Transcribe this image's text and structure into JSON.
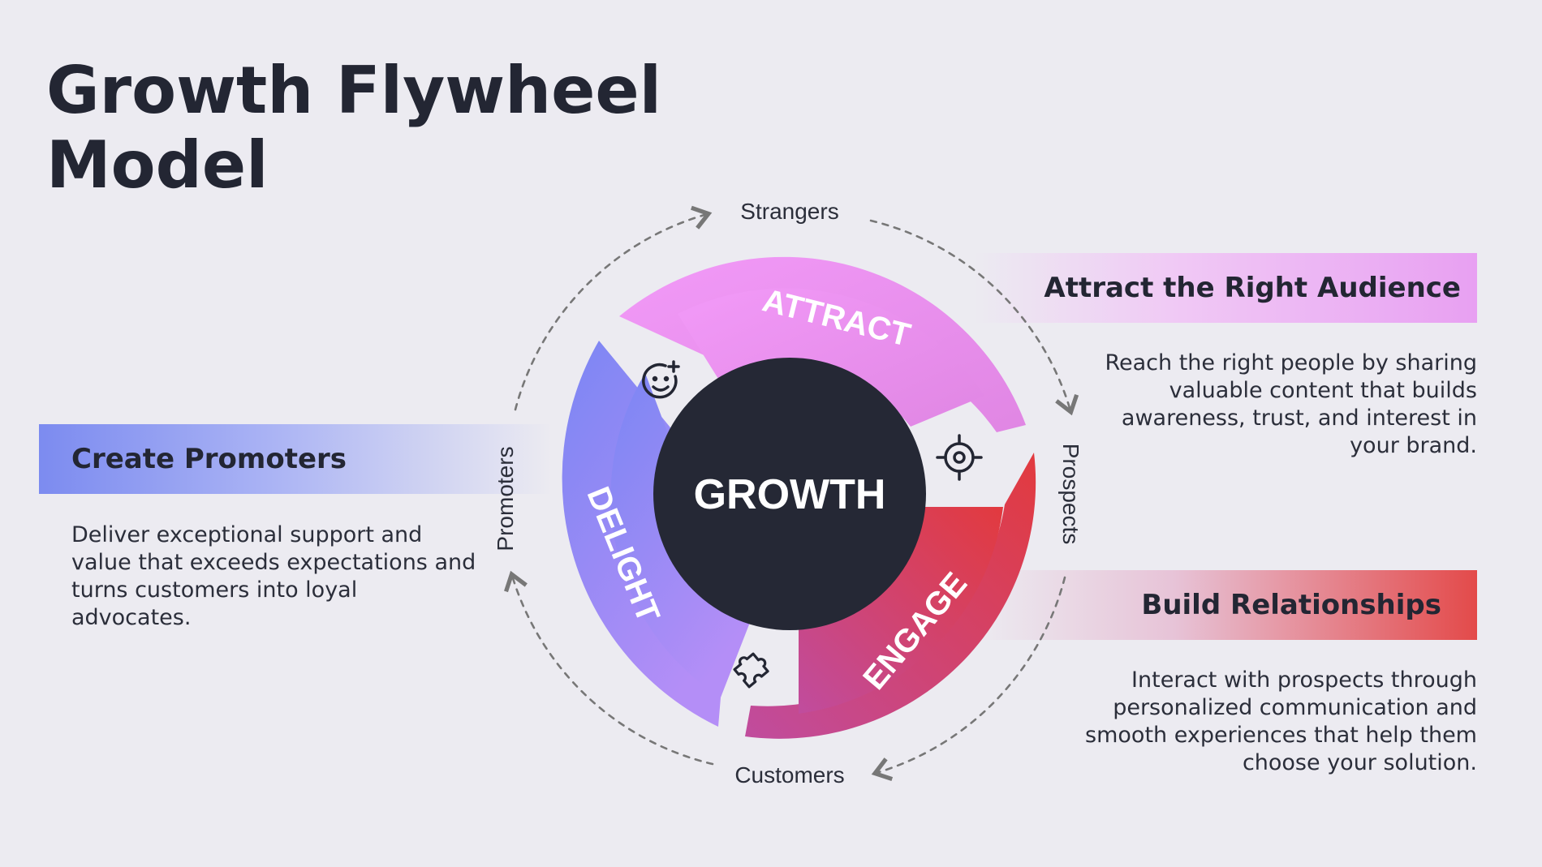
{
  "title": {
    "line1": "Growth Flywheel",
    "line2": "Model"
  },
  "center": {
    "label": "GROWTH"
  },
  "segments": {
    "attract": {
      "label": "ATTRACT",
      "color_start": "#F29AF8",
      "color_end": "#E086E3",
      "icon": "target-icon"
    },
    "engage": {
      "label": "ENGAGE",
      "color_start": "#E23A3E",
      "color_end": "#C04C9E",
      "icon": "puzzle-icon"
    },
    "delight": {
      "label": "DELIGHT",
      "color_start": "#7B86F3",
      "color_end": "#B48EF7",
      "icon": "smiley-plus-icon"
    }
  },
  "stages": {
    "top": "Strangers",
    "right": "Prospects",
    "bottom": "Customers",
    "left": "Promoters"
  },
  "panels": {
    "promoters": {
      "heading": "Create Promoters",
      "body": "Deliver exceptional support and value that exceeds expectations and turns customers into loyal advocates."
    },
    "attract": {
      "heading": "Attract the Right Audience",
      "body": "Reach the right people by sharing valuable content that builds awareness, trust, and interest in your brand."
    },
    "engage": {
      "heading": "Build Relationships",
      "body": "Interact with prospects through personalized communication and smooth experiences that help them choose your solution."
    }
  },
  "colors": {
    "background": "#ECEBF1",
    "hub": "#252835",
    "dashed_ring": "#777777"
  }
}
